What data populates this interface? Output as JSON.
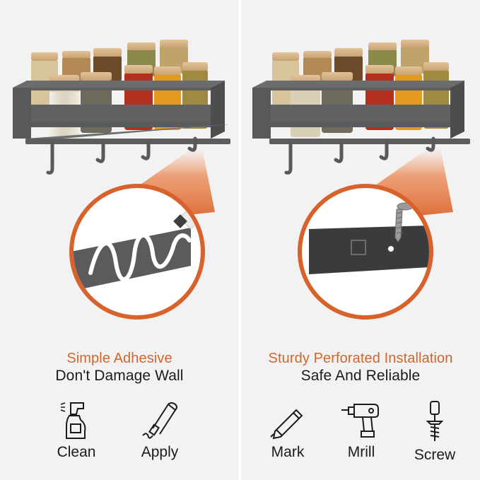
{
  "left_panel": {
    "headline_accent": "Simple Adhesive",
    "headline_main": "Don't Damage Wall",
    "steps": [
      {
        "label": "Clean",
        "icon": "spray-bottle-icon"
      },
      {
        "label": "Apply",
        "icon": "glue-tube-icon"
      }
    ]
  },
  "right_panel": {
    "headline_accent": "Sturdy Perforated Installation",
    "headline_main": "Safe And Reliable",
    "steps": [
      {
        "label": "Mark",
        "icon": "pencil-icon"
      },
      {
        "label": "Mrill",
        "icon": "drill-icon"
      },
      {
        "label": "Screw",
        "icon": "screwdriver-icon"
      }
    ]
  },
  "colors": {
    "accent": "#d2652b",
    "text": "#1b1b1b",
    "rack": "#555759",
    "background": "#f2f2f2"
  }
}
